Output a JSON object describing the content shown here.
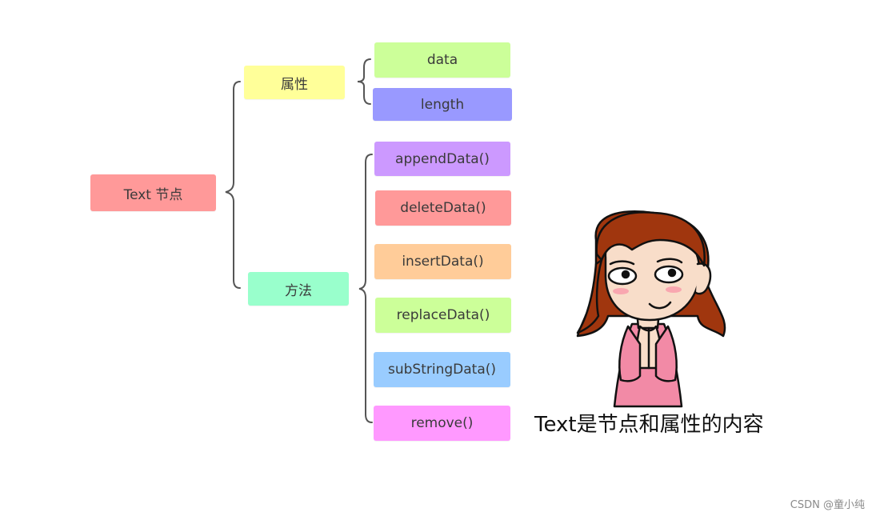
{
  "diagram": {
    "root": {
      "label": "Text 节点",
      "color": "#ff9999"
    },
    "properties": {
      "label": "属性",
      "color": "#ffff99",
      "items": [
        {
          "label": "data",
          "color": "#ccff99"
        },
        {
          "label": "length",
          "color": "#9999ff"
        }
      ]
    },
    "methods": {
      "label": "方法",
      "color": "#99ffcc",
      "items": [
        {
          "label": "appendData()",
          "color": "#cc99ff"
        },
        {
          "label": "deleteData()",
          "color": "#ff9999"
        },
        {
          "label": "insertData()",
          "color": "#ffcc99"
        },
        {
          "label": "replaceData()",
          "color": "#ccff99"
        },
        {
          "label": "subStringData()",
          "color": "#99ccff"
        },
        {
          "label": "remove()",
          "color": "#ff99ff"
        }
      ]
    }
  },
  "caption": "Text是节点和属性的内容",
  "watermark": "CSDN @童小纯"
}
